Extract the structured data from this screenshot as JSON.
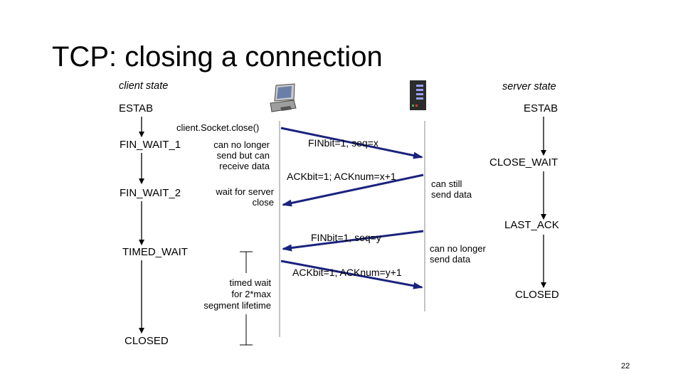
{
  "title": "TCP: closing a connection",
  "client_header": "client state",
  "server_header": "server state",
  "client_states": {
    "estab": "ESTAB",
    "fin_wait_1": "FIN_WAIT_1",
    "fin_wait_2": "FIN_WAIT_2",
    "timed_wait": "TIMED_WAIT",
    "closed": "CLOSED"
  },
  "server_states": {
    "estab": "ESTAB",
    "close_wait": "CLOSE_WAIT",
    "last_ack": "LAST_ACK",
    "closed": "CLOSED"
  },
  "client_call": "client.Socket.close()",
  "notes": {
    "client_fin_wait_1": "can no longer\nsend but can\nreceive data",
    "client_fin_wait_2": "wait for server\nclose",
    "server_close_wait": "can still\nsend data",
    "server_last_ack": "can no longer\nsend data",
    "timed_wait": "timed wait\nfor 2*max\nsegment lifetime"
  },
  "messages": {
    "fin_client": "FINbit=1, seq=x",
    "ack_server": "ACKbit=1; ACKnum=x+1",
    "fin_server": "FINbit=1, seq=y",
    "ack_client": "ACKbit=1; ACKnum=y+1"
  },
  "icons": {
    "client": "computer-icon",
    "server": "server-icon"
  },
  "colors": {
    "message_arrow": "#1a237e",
    "state_arrow": "#000000",
    "timeline": "#888888"
  },
  "page_number": "22"
}
